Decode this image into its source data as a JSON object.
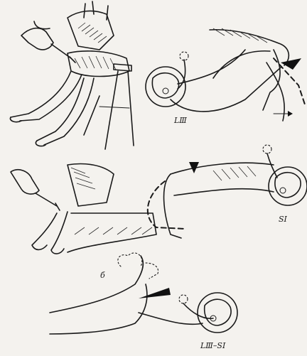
{
  "labels": {
    "segment_top": "LⅢ",
    "segment_middle": "SⅠ",
    "panel_bottom": "б",
    "segment_bottom": "LⅢ–SⅠ"
  }
}
